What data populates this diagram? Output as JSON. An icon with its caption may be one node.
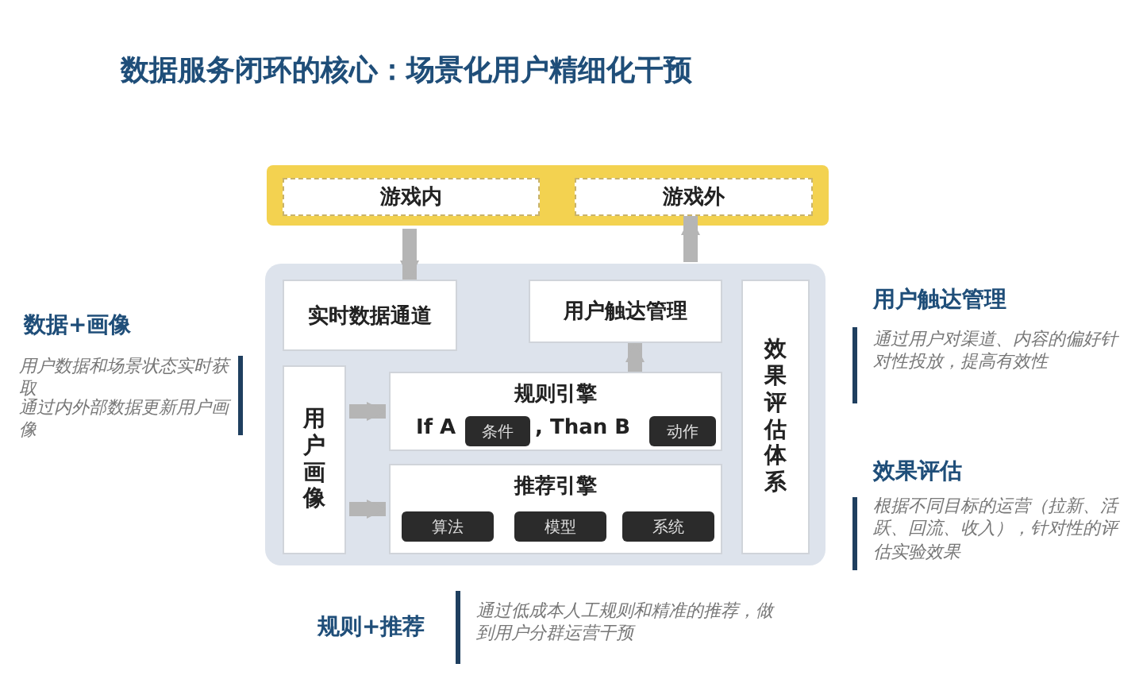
{
  "diagram": {
    "title": "数据服务闭环的核心：场景化用户精细化干预",
    "nodes": [
      {
        "text": [],
        "shape": "bar"
      },
      {
        "text": [
          "游戏内"
        ],
        "in": 0
      },
      {
        "text": [
          "游戏外"
        ],
        "in": 0
      },
      {
        "text": [],
        "shape": "box"
      },
      {
        "text": [
          "实时数据通道"
        ],
        "in": 3
      },
      {
        "text": [
          "用户触达管理"
        ],
        "in": 3
      },
      {
        "text": [
          "效果评估体系"
        ],
        "in": 3
      },
      {
        "text": [
          "用户画像"
        ],
        "in": 3
      },
      {
        "text": [
          "规则引擎",
          "If A",
          ", Than B"
        ],
        "in": 3
      },
      {
        "text": [
          "条件"
        ],
        "in": 8
      },
      {
        "text": [
          "动作"
        ],
        "in": 8
      },
      {
        "text": [
          "推荐引擎"
        ],
        "in": 3
      },
      {
        "text": [
          "算法"
        ],
        "in": 11
      },
      {
        "text": [
          "模型"
        ],
        "in": 11
      },
      {
        "text": [
          "系统"
        ],
        "in": 11
      }
    ],
    "edges": [
      {
        "from": 1,
        "to": 4,
        "arrow": "to"
      },
      {
        "from": 5,
        "to": 2,
        "arrow": "to"
      },
      {
        "from": 8,
        "to": 5,
        "arrow": "to"
      },
      {
        "from": 7,
        "to": 8,
        "arrow": "to"
      },
      {
        "from": 7,
        "to": 11,
        "arrow": "to"
      }
    ],
    "labels": [
      "数据+画像",
      "用户数据和场景状态实时获取",
      "通过内外部数据更新用户画像",
      "用户触达管理",
      "通过用户对渠道、内容的偏好针对性投放，提高有效性",
      "效果评估",
      "根据不同目标的运营（拉新、活跃、回流、收入），针对性的评估实验效果",
      "规则+推荐",
      "通过低成本人工规则和精准的推荐，做到用户分群运营干预"
    ]
  }
}
